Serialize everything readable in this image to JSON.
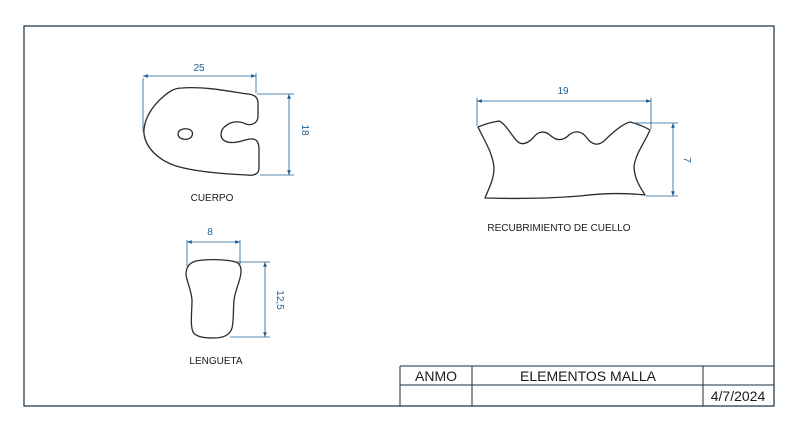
{
  "pieces": {
    "cuerpo": {
      "label": "CUERPO",
      "width_dim": "25",
      "height_dim": "18"
    },
    "recubrimiento": {
      "label": "RECUBRIMIENTO DE CUELLO",
      "width_dim": "19",
      "height_dim": "7"
    },
    "lengueta": {
      "label": "LENGUETA",
      "width_dim": "8",
      "height_dim": "12,5"
    }
  },
  "title_block": {
    "author": "ANMO",
    "title": "ELEMENTOS MALLA",
    "date": "4/7/2024"
  },
  "colors": {
    "dimension": "#1f5f95",
    "outline": "#2b2b2b",
    "frame": "#1a2e3e"
  }
}
